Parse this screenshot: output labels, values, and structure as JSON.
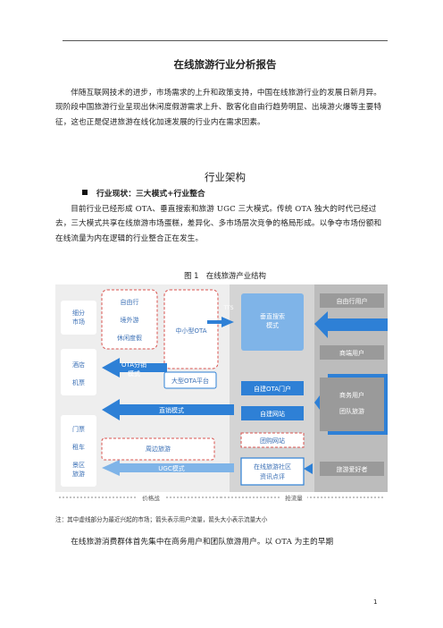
{
  "doc": {
    "title": "在线旅游行业分析报告",
    "intro": "伴随互联网技术的进步，市场需求的上升和政策支持，中国在线旅游行业的发展日新月异。现阶段中国旅游行业呈现出休闲度假游需求上升、散客化自由行趋势明显、出境游火爆等主要特征，这也正是促进旅游在线化加速发展的行业内在需求因素。",
    "section_heading": "行业架构",
    "subheading": "行业现状：三大模式+行业整合",
    "para2": "目前行业已经形成 OTA、垂直搜索和旅游 UGC 三大模式。传统 OTA 独大的时代已经过去，三大模式共享在线旅游市场蛋糕，差异化、多市场层次竞争的格局形成。以争夺市场份额和在线流量为内在逻辑的行业整合正在发生。",
    "figure_caption": "图 1　在线旅游产业结构",
    "note": "注：其中虚线部分为最近兴起的市场；箭头表示用户流量，箭头大小表示流量大小",
    "para3": "在线旅游消费群体首先集中在商务用户和团队旅游用户。以 OTA 为主的早期",
    "page_number": "1"
  },
  "figure": {
    "left_blocks": [
      {
        "label": "细分\n市场"
      },
      {
        "label": "酒店\n\n机票"
      },
      {
        "label": "门票\n\n租车\n\n景区\n旅游"
      }
    ],
    "niche_items": [
      "自由行",
      "境外游",
      "休闲度假"
    ],
    "nodes": {
      "small_ota": "中小型OTA",
      "vertical_search": "垂直搜索\n模式",
      "tts": "TTS",
      "ota_distribution": "OTA分销\n模式",
      "large_ota": "大型OTA平台",
      "self_ota_portal": "自建OTA门户",
      "direct_mode": "直销模式",
      "self_site": "自建网站",
      "group_buying": "团购网站",
      "nearby_travel": "周边旅游",
      "ugc_mode": "UGC模式",
      "community": "在线旅游社区\n资讯点评"
    },
    "users": [
      "自由行用户",
      "商端用户",
      "商务用户",
      "团队旅游",
      "旅游爱好者"
    ],
    "axis": {
      "left": "价格战",
      "right": "抢流量"
    },
    "colors": {
      "accent_blue": "#2e80d6",
      "light_blue": "#7fb4e8",
      "red_dashed": "#d9534f",
      "gray_panel": "#c8c8c8",
      "user_box": "#9a9a9a"
    }
  }
}
